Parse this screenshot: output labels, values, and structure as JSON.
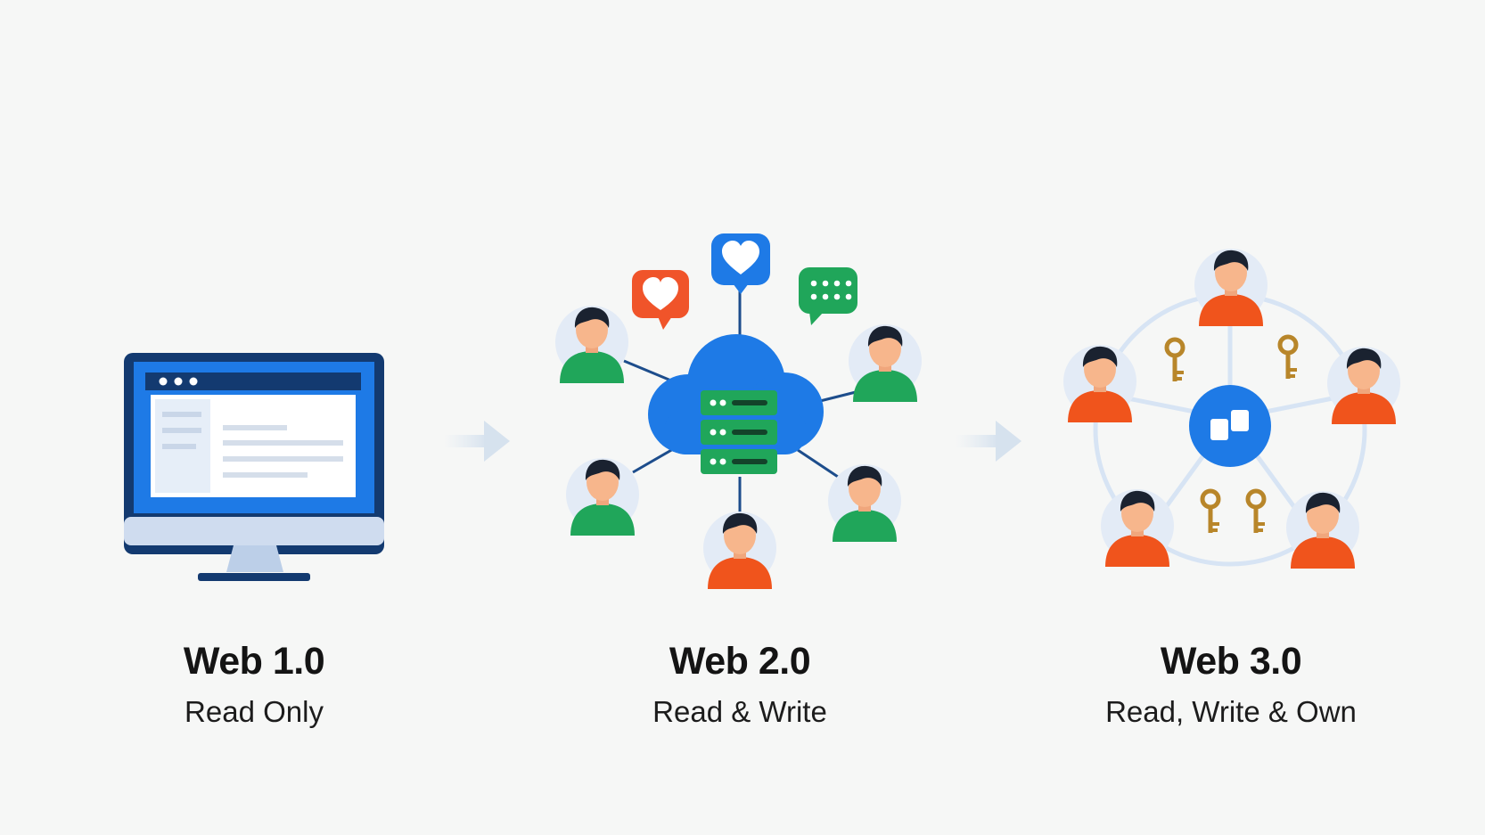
{
  "stages": [
    {
      "title": "Web 1.0",
      "subtitle": "Read Only"
    },
    {
      "title": "Web 2.0",
      "subtitle": "Read & Write"
    },
    {
      "title": "Web 3.0",
      "subtitle": "Read, Write & Own"
    }
  ],
  "colors": {
    "navy": "#133a70",
    "blue": "#1e7ae6",
    "green": "#20a65a",
    "orange": "#f0541c",
    "red": "#f0542a",
    "gold": "#b8862a",
    "skin": "#f7b68c",
    "hair": "#1a2230",
    "halo": "#dfe9f6"
  },
  "icons": [
    "monitor-icon",
    "arrow-right-icon",
    "cloud-icon",
    "server-icon",
    "heart-bubble-icon",
    "chat-bubble-icon",
    "user-icon",
    "key-icon",
    "token-icon"
  ]
}
